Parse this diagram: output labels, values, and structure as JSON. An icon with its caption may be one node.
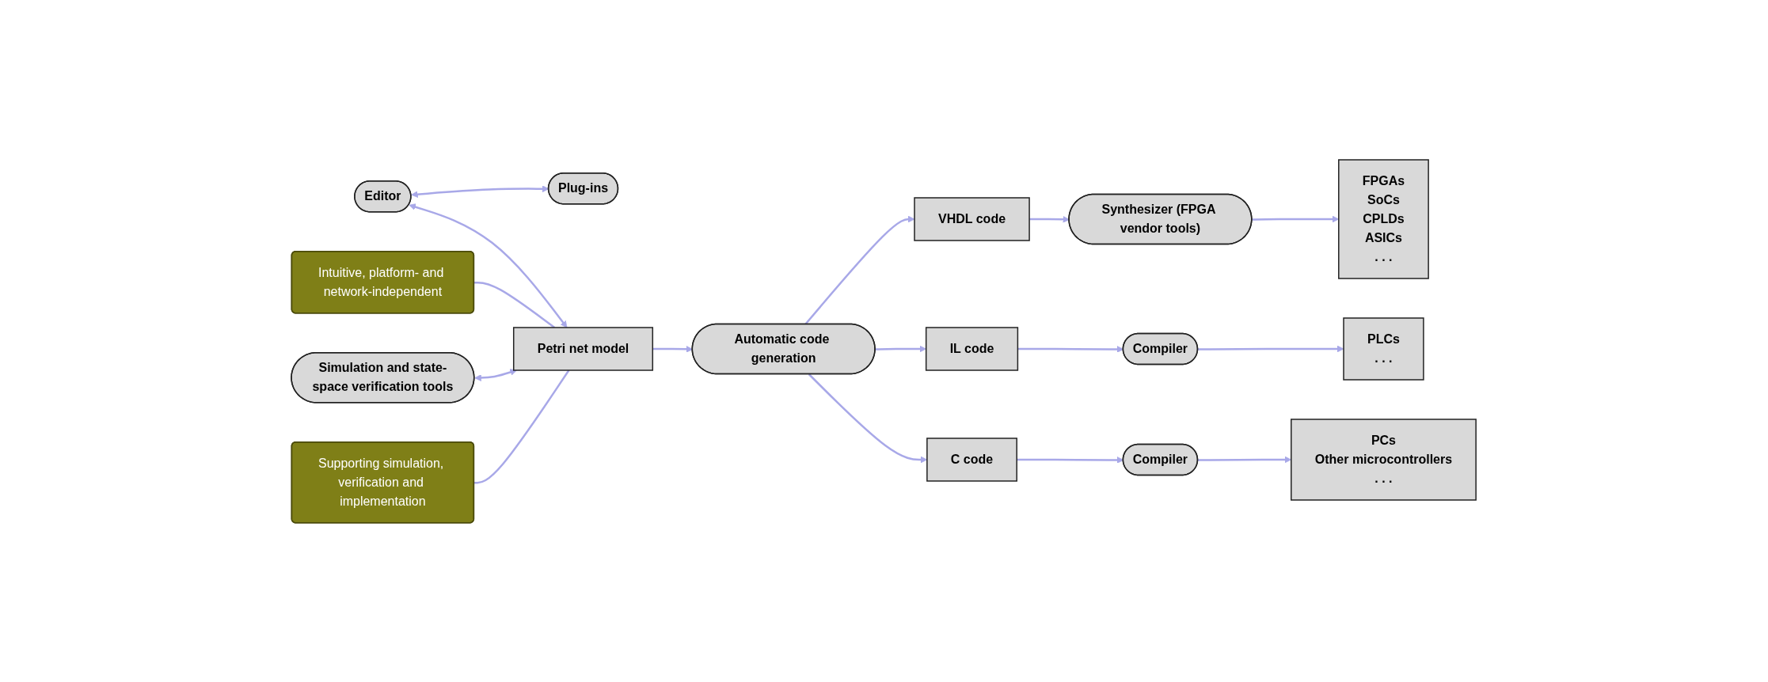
{
  "diagram": {
    "nodes": [
      {
        "text": [
          "Editor"
        ]
      },
      {
        "text": [
          "Plug-ins"
        ]
      },
      {
        "text": [
          "Intuitive, platform- and network-independent"
        ]
      },
      {
        "text": [
          "Petri net model"
        ]
      },
      {
        "text": [
          "VHDL code"
        ]
      },
      {
        "text": [
          "Synthesizer (FPGA vendor tools)"
        ]
      },
      {
        "text": [
          "FPGAs",
          "SoCs",
          "CPLDs",
          "ASICs",
          ". . ."
        ]
      },
      {
        "text": [
          "Automatic code generation"
        ]
      },
      {
        "text": [
          "IL code"
        ]
      },
      {
        "text": [
          "Compiler"
        ]
      },
      {
        "text": [
          "PLCs",
          ". . ."
        ]
      },
      {
        "text": [
          "Simulation and state-space verification tools"
        ]
      },
      {
        "text": [
          "Supporting simulation, verification and implementation"
        ]
      },
      {
        "text": [
          "C code"
        ]
      },
      {
        "text": [
          "Compiler"
        ]
      },
      {
        "text": [
          "PCs",
          "Other microcontrollers",
          ". . ."
        ]
      }
    ],
    "edges": [
      {
        "from": 0,
        "to": 3,
        "arrow": "both"
      },
      {
        "from": 0,
        "to": 1,
        "arrow": "both"
      },
      {
        "from": 2,
        "to": 3,
        "arrow": "none"
      },
      {
        "from": 11,
        "to": 3,
        "arrow": "both"
      },
      {
        "from": 12,
        "to": 3,
        "arrow": "none"
      },
      {
        "from": 3,
        "to": 7,
        "arrow": "to"
      },
      {
        "from": 7,
        "to": 4,
        "arrow": "to"
      },
      {
        "from": 4,
        "to": 5,
        "arrow": "to"
      },
      {
        "from": 5,
        "to": 6,
        "arrow": "to"
      },
      {
        "from": 7,
        "to": 8,
        "arrow": "to"
      },
      {
        "from": 8,
        "to": 9,
        "arrow": "to"
      },
      {
        "from": 9,
        "to": 10,
        "arrow": "to"
      },
      {
        "from": 7,
        "to": 13,
        "arrow": "to"
      },
      {
        "from": 13,
        "to": 14,
        "arrow": "to"
      },
      {
        "from": 14,
        "to": 15,
        "arrow": "to"
      }
    ]
  }
}
